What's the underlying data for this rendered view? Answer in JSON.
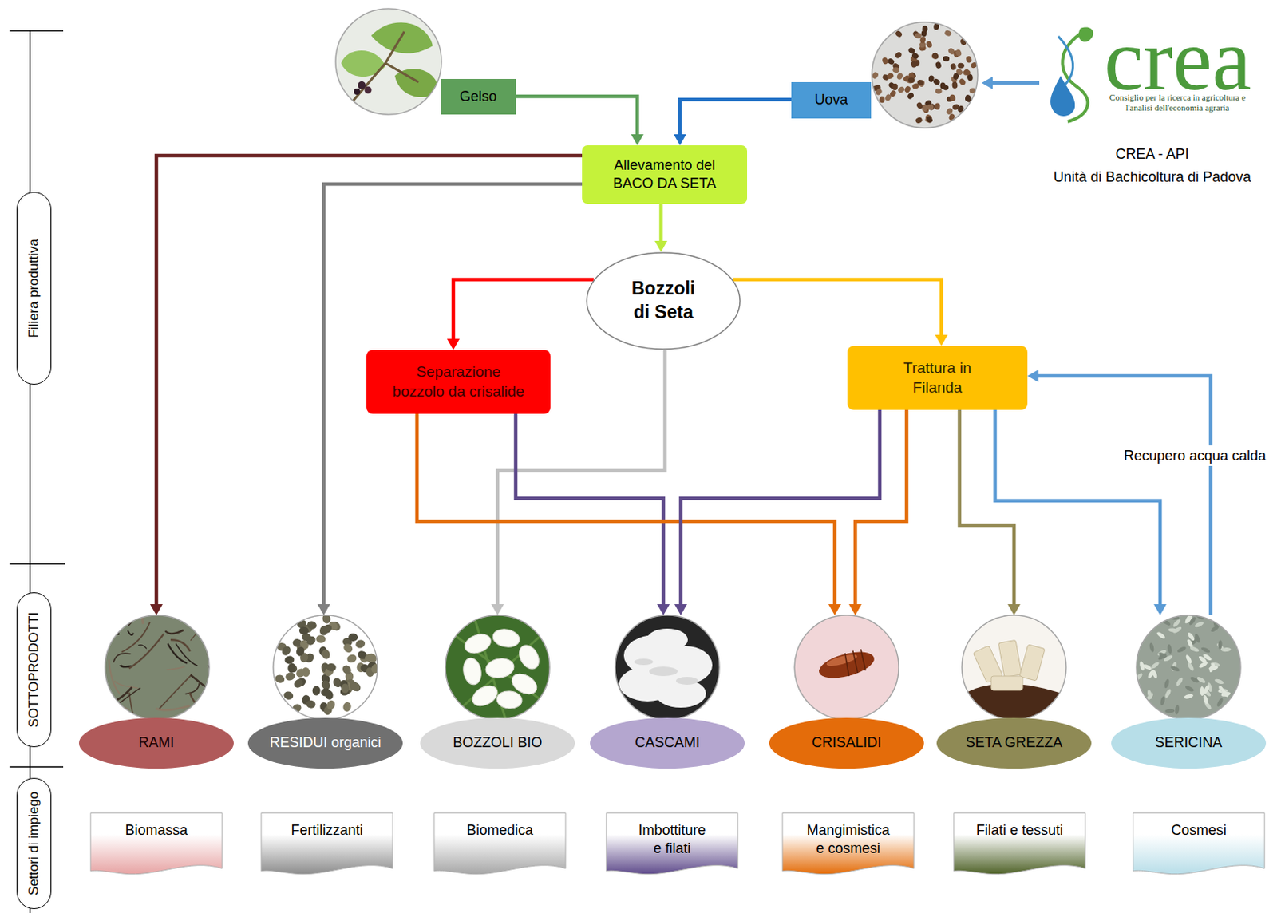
{
  "diagram": {
    "nodes": [
      {
        "text": [
          "Filiera produttiva"
        ]
      },
      {
        "text": [
          "SOTTOPRODOTTI"
        ]
      },
      {
        "text": [
          "Settori di impiego"
        ]
      },
      {
        "text": [
          "Gelso"
        ]
      },
      {
        "text": [
          "Uova"
        ]
      },
      {
        "text": [
          "Allevamento del BACO DA SETA"
        ]
      },
      {
        "text": [
          "Bozzoli di Seta"
        ]
      },
      {
        "text": [
          "Separazione bozzolo da crisalide"
        ]
      },
      {
        "text": [
          "Trattura in Filanda"
        ]
      },
      {
        "text": [
          "RAMI"
        ]
      },
      {
        "text": [
          "RESIDUI organici"
        ]
      },
      {
        "text": [
          "BOZZOLI BIO"
        ]
      },
      {
        "text": [
          "CASCAMI"
        ]
      },
      {
        "text": [
          "CRISALIDI"
        ]
      },
      {
        "text": [
          "SETA GREZZA"
        ]
      },
      {
        "text": [
          "SERICINA"
        ]
      },
      {
        "text": [
          "Biomassa"
        ]
      },
      {
        "text": [
          "Fertilizzanti"
        ]
      },
      {
        "text": [
          "Biomedica"
        ]
      },
      {
        "text": [
          "Imbottiture e filati"
        ]
      },
      {
        "text": [
          "Mangimistica e cosmesi"
        ]
      },
      {
        "text": [
          "Filati e tessuti"
        ]
      },
      {
        "text": [
          "Cosmesi"
        ]
      }
    ],
    "edges": [
      {
        "from": 3,
        "to": 5,
        "arrow": "to"
      },
      {
        "from": 4,
        "to": 5,
        "arrow": "to"
      },
      {
        "from": 5,
        "to": 9,
        "arrow": "to"
      },
      {
        "from": 5,
        "to": 10,
        "arrow": "to"
      },
      {
        "from": 5,
        "to": 6,
        "arrow": "to"
      },
      {
        "from": 6,
        "to": 7,
        "arrow": "to"
      },
      {
        "from": 6,
        "to": 8,
        "arrow": "to"
      },
      {
        "from": 6,
        "to": 11,
        "arrow": "to"
      },
      {
        "from": 7,
        "to": 12,
        "arrow": "to"
      },
      {
        "from": 7,
        "to": 13,
        "arrow": "to"
      },
      {
        "from": 8,
        "to": 12,
        "arrow": "to"
      },
      {
        "from": 8,
        "to": 13,
        "arrow": "to"
      },
      {
        "from": 8,
        "to": 14,
        "arrow": "to"
      },
      {
        "from": 8,
        "to": 15,
        "arrow": "to"
      },
      {
        "from": 15,
        "to": 8,
        "label": "Recupero acqua calda",
        "arrow": "to"
      }
    ],
    "labels": [
      "crea",
      "Consiglio per la ricerca in agricoltura e l'analisi dell'economia agraria",
      "CREA - API",
      "Unità di Bachicoltura di Padova"
    ]
  }
}
